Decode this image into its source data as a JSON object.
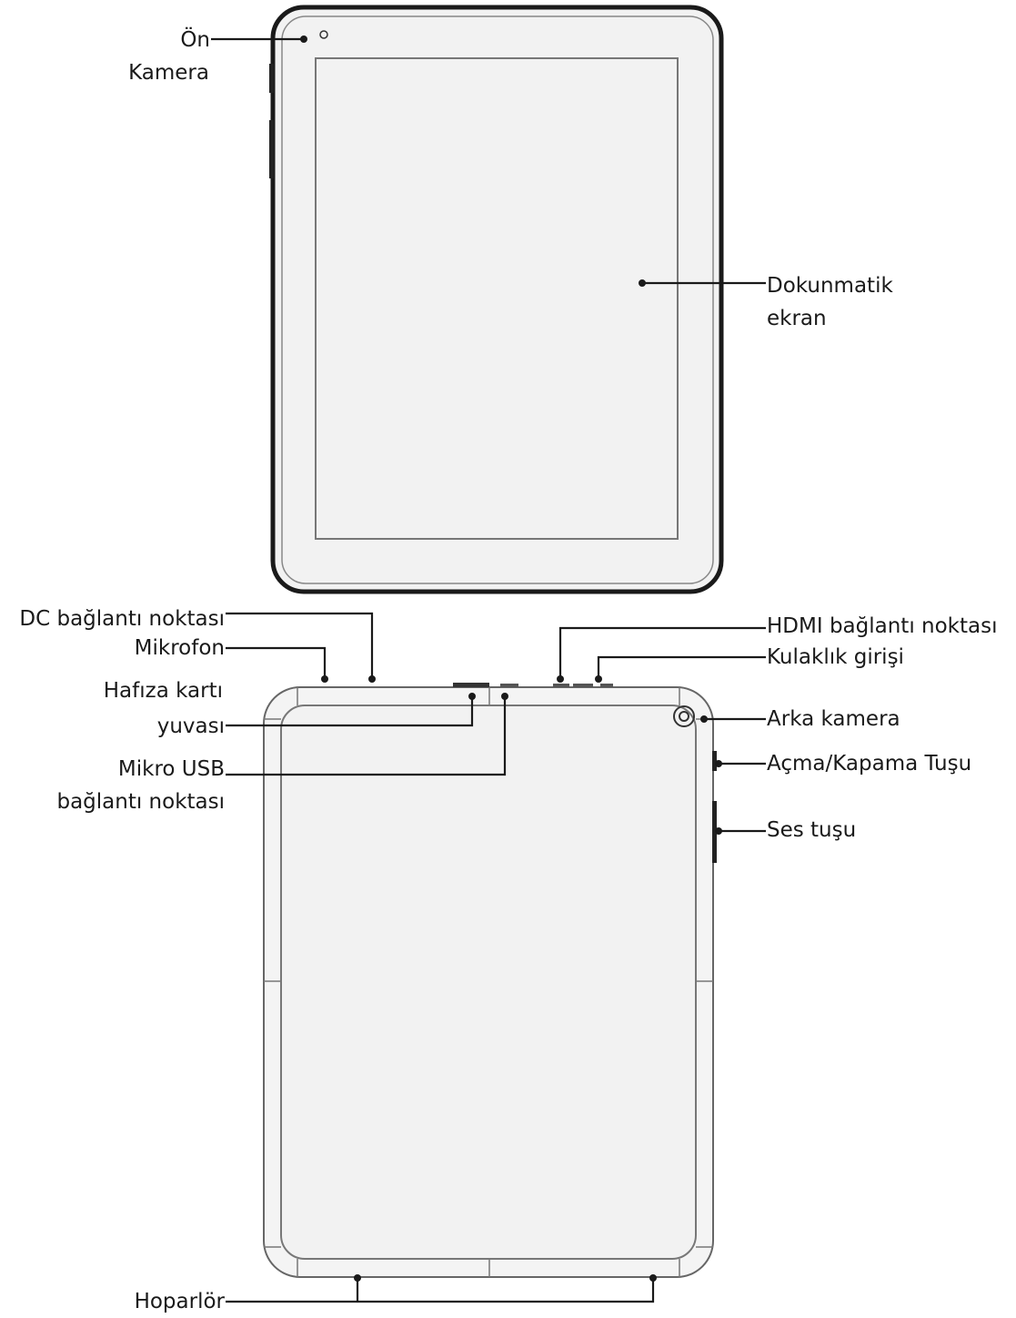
{
  "labels": {
    "on_kamera_1": "Ön",
    "on_kamera_2": "Kamera",
    "dokunmatik_1": "Dokunmatik",
    "dokunmatik_2": "ekran",
    "dc": "DC bağlantı noktası",
    "mikrofon": "Mikrofon",
    "hafiza_1": "Hafıza kartı",
    "hafiza_2": "yuvası",
    "usb_1": "Mikro USB",
    "usb_2": "bağlantı noktası",
    "hdmi": "HDMI bağlantı noktası",
    "kulaklik": "Kulaklık girişi",
    "arka_kamera": "Arka kamera",
    "acma": "Açma/Kapama Tuşu",
    "ses": "Ses tuşu",
    "hoparlor": "Hoparlör"
  },
  "colors": {
    "line": "#1a1a1a",
    "body_fill": "#f2f2f2"
  }
}
